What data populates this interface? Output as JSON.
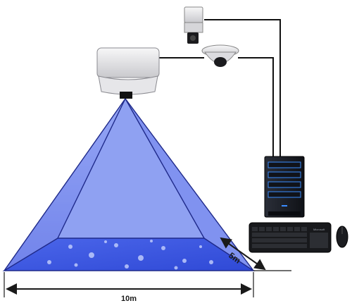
{
  "diagram": {
    "width_dimension_label": "10m",
    "depth_dimension_label": "5m",
    "keyboard_brand_label": "Microsoft",
    "colors": {
      "beam_fill": "#5b6fe8",
      "beam_edge": "#1f2a8a",
      "floor_fill": "#3f5be0",
      "cable": "#111111",
      "camera_body": "#e8e8ea",
      "server_body": "#1c1f26",
      "server_led": "#3a8cff",
      "keyboard": "#18191c"
    },
    "icons": [
      "box-camera-icon",
      "dome-camera-icon",
      "ceiling-projector-camera-icon",
      "server-tower-icon",
      "keyboard-icon",
      "mouse-icon"
    ]
  }
}
